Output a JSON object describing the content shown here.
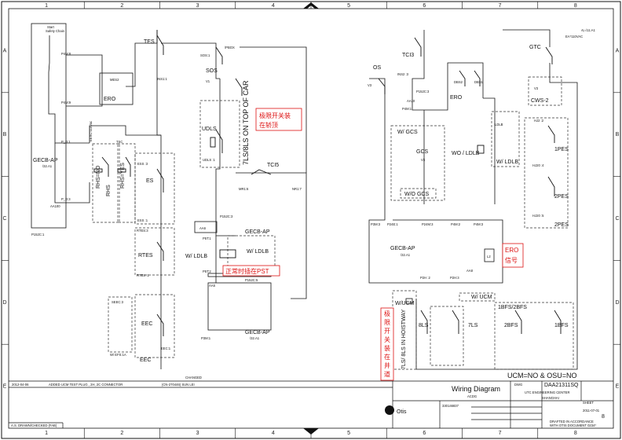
{
  "grid": {
    "columns": [
      "1",
      "2",
      "3",
      "4",
      "5",
      "6",
      "7",
      "8"
    ],
    "rows": [
      "A",
      "B",
      "C",
      "D",
      "E"
    ]
  },
  "components": {
    "safety_chain": "Start\nSafety Chain",
    "p4m8": "P4M:8",
    "p4m9": "P4M:9",
    "p_d1": "P_D:1",
    "p_d3": "P_D:3",
    "aa100": "AA100",
    "p152c1": "P152C:1",
    "gecb_ap_left": "GECB-AP",
    "gecb_ap_left_ref": "/32.A1",
    "ero_left": "ERO",
    "mes2": "MES2",
    "tes": "TES",
    "ins1_1": "INS1:1",
    "sos1": "SOS:1",
    "ins1_1b": "INS1 :1",
    "pbox": "/PBOX",
    "sos": "SOS",
    "v1": "V1",
    "udls": "UDLS",
    "udls_label": "UDLS :",
    "udls1": "UDLS :1",
    "es": "ES",
    "ess3": "ESS :3",
    "ess1": "ESS :1",
    "rtes": "RTES",
    "rtes3": "RTES:3",
    "rtes1": "RTES :1",
    "eec": "EEC",
    "eec3": "SEEC:3",
    "eec1": "EEC:1",
    "w_efs": "W/ EFS:1A",
    "rhs_no": "RHS=NO",
    "rhs": "RHS",
    "rhs_yes": "RHS=YES",
    "tsc": "TSC",
    "eexc": "EEXC:110Vac",
    "vertical_note": "7LS/8LS ON TOP OF CAR",
    "tci5": "TCI5",
    "mrel": "MR1:6",
    "nrel": "NR1:7",
    "p152c3": "P152C:3",
    "aa6": "AA6",
    "gecb_ap_mid": "GECB-AP",
    "p5t1": "P5T:1",
    "w_ldlb_mid": "W/ LDLB",
    "w_ldlb_mid2": "W/ LDLB",
    "p5t2": "P5T:2",
    "p152c5": "P152C:5",
    "aa6b": "AA6",
    "gecb_ap_low": "GECB-AP",
    "p3m1": "P3M:1",
    "ref_32a1": "/32.A1",
    "os": "OS",
    "v3": "V3",
    "tci3": "TCI3",
    "ins2": "INS2 :3",
    "p152c3b": "P152C:3",
    "aa10": "AA10",
    "p4m1": "P4M:1",
    "ero_right": "ERO",
    "dbs2": "DBS2",
    "dbs1": "DBS1",
    "w_gcs": "W/ GCS",
    "gcs": "GCS",
    "v3b": "V3",
    "wo_gcs": "W/O GCS",
    "wo_ldlb": "WO / LDLB",
    "w_ldlb_right": "W/ LDLB",
    "ldlb": "LDLB",
    "p3m3": "P3M:3",
    "p24e1": "P24E:1",
    "p24m3": "P24M:3",
    "p4m2": "P4M:2",
    "p4m3": "P4M:3",
    "gecb_ap_right": "GECB-AP",
    "gecb_ap_right_ref": "/32.A1",
    "l2": "L2",
    "aa8": "AA8",
    "p2h2": "P2H :2",
    "p2h3": "P2H:3",
    "w_ucm": "W/UCM",
    "wo_ucm": "W/ UCM",
    "ls8": "8LS",
    "ls7": "7LS",
    "bfs2": "2BFS",
    "bfs1": "1BFS",
    "bfs_label": "1BFS/2BFS",
    "hoistway_note": "7LS/ 8LS IN HOISTWAY",
    "gtc": "GTC",
    "ea": "EA*110VAC",
    "eia": "A▷/11.A1",
    "v3c": "V3",
    "cws2": "CWS-2",
    "hj2": "HJ2 :2",
    "pes1": "1PES",
    "hj20_4": "HJ20 :4",
    "pes2": "2PES",
    "hj20_5": "HJ20 :5",
    "pes2b": "2PES",
    "ucm_osu": "UCM=NO & OSU=NO"
  },
  "annotations": {
    "limit_on_car": "极限开关装\n在轿顶",
    "pst_note": "正常时插在PST",
    "ero_signal": "ERO\n信号",
    "limit_hoistway": "极限开关装在井道"
  },
  "title_block": {
    "change_note": "ADDED UCM TEST PLUG , 2H, 2C CONNECTOR",
    "change_date": "2012-04-06",
    "change_ref": "(CN-270446) SUN LEI",
    "title": "Wiring Diagram",
    "dwg_label": "DWG",
    "dwg_no": "DAA21311SQ",
    "company": "UTC ENGINEERING CENTER",
    "city": "SHANGHAI",
    "sheet_label": "SHEET",
    "sheet_no": "8",
    "changed": "CHANGED",
    "bottom_note": "A.S. DRAWN/CHECKED (FAB)",
    "drafted": "DRAFTED IN ACCORDANCE\nWITH OTIS DOCUMENT 0234*",
    "brand": "Otis",
    "ucm_code": "ACDG",
    "doc_no": "330146837",
    "original_date": "2011-07-01"
  },
  "colors": {
    "line": "#111111",
    "dash": "#333333",
    "annotation": "#dd1111"
  }
}
